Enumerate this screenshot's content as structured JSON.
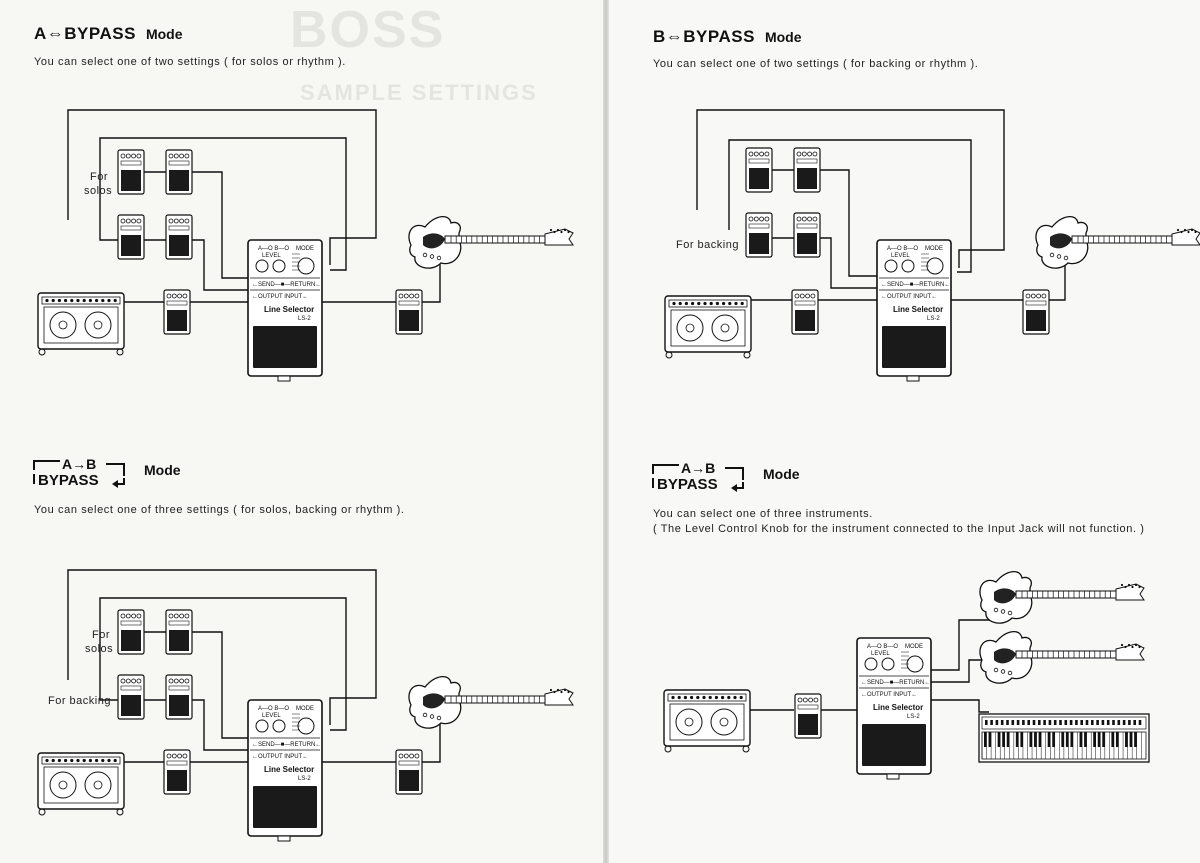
{
  "sections": {
    "ab_bypass": {
      "title_main": "A⇔BYPASS",
      "title_mode": "Mode",
      "description": "You can select one of two settings ( for solos or rhythm ).",
      "label_for_solos": [
        "For",
        "solos"
      ]
    },
    "b_bypass": {
      "title_main": "B⇔BYPASS",
      "title_mode": "Mode",
      "description": "You can select one of two settings ( for backing or rhythm ).",
      "label_for_backing": "For backing"
    },
    "a_b_bypass_three": {
      "title_ab": "A→B",
      "title_bypass": "BYPASS",
      "title_mode": "Mode",
      "description": "You can select one of three settings ( for solos, backing or rhythm ).",
      "label_for_solos": [
        "For",
        "solos"
      ],
      "label_for_backing": "For backing"
    },
    "a_b_bypass_instruments": {
      "title_ab": "A→B",
      "title_bypass": "BYPASS",
      "title_mode": "Mode",
      "description_line1": "You can select one of three instruments.",
      "description_line2": "( The Level Control Knob for the instrument connected to the Input Jack will not function. )"
    }
  },
  "selector": {
    "name": "Line Selector",
    "model": "LS-2",
    "send": "SEND",
    "return": "RETURN",
    "output": "OUTPUT",
    "input": "INPUT",
    "mode": "MODE",
    "level": "LEVEL"
  },
  "ghost_text": {
    "brand": "BOSS",
    "heading": "SAMPLE SETTINGS"
  }
}
